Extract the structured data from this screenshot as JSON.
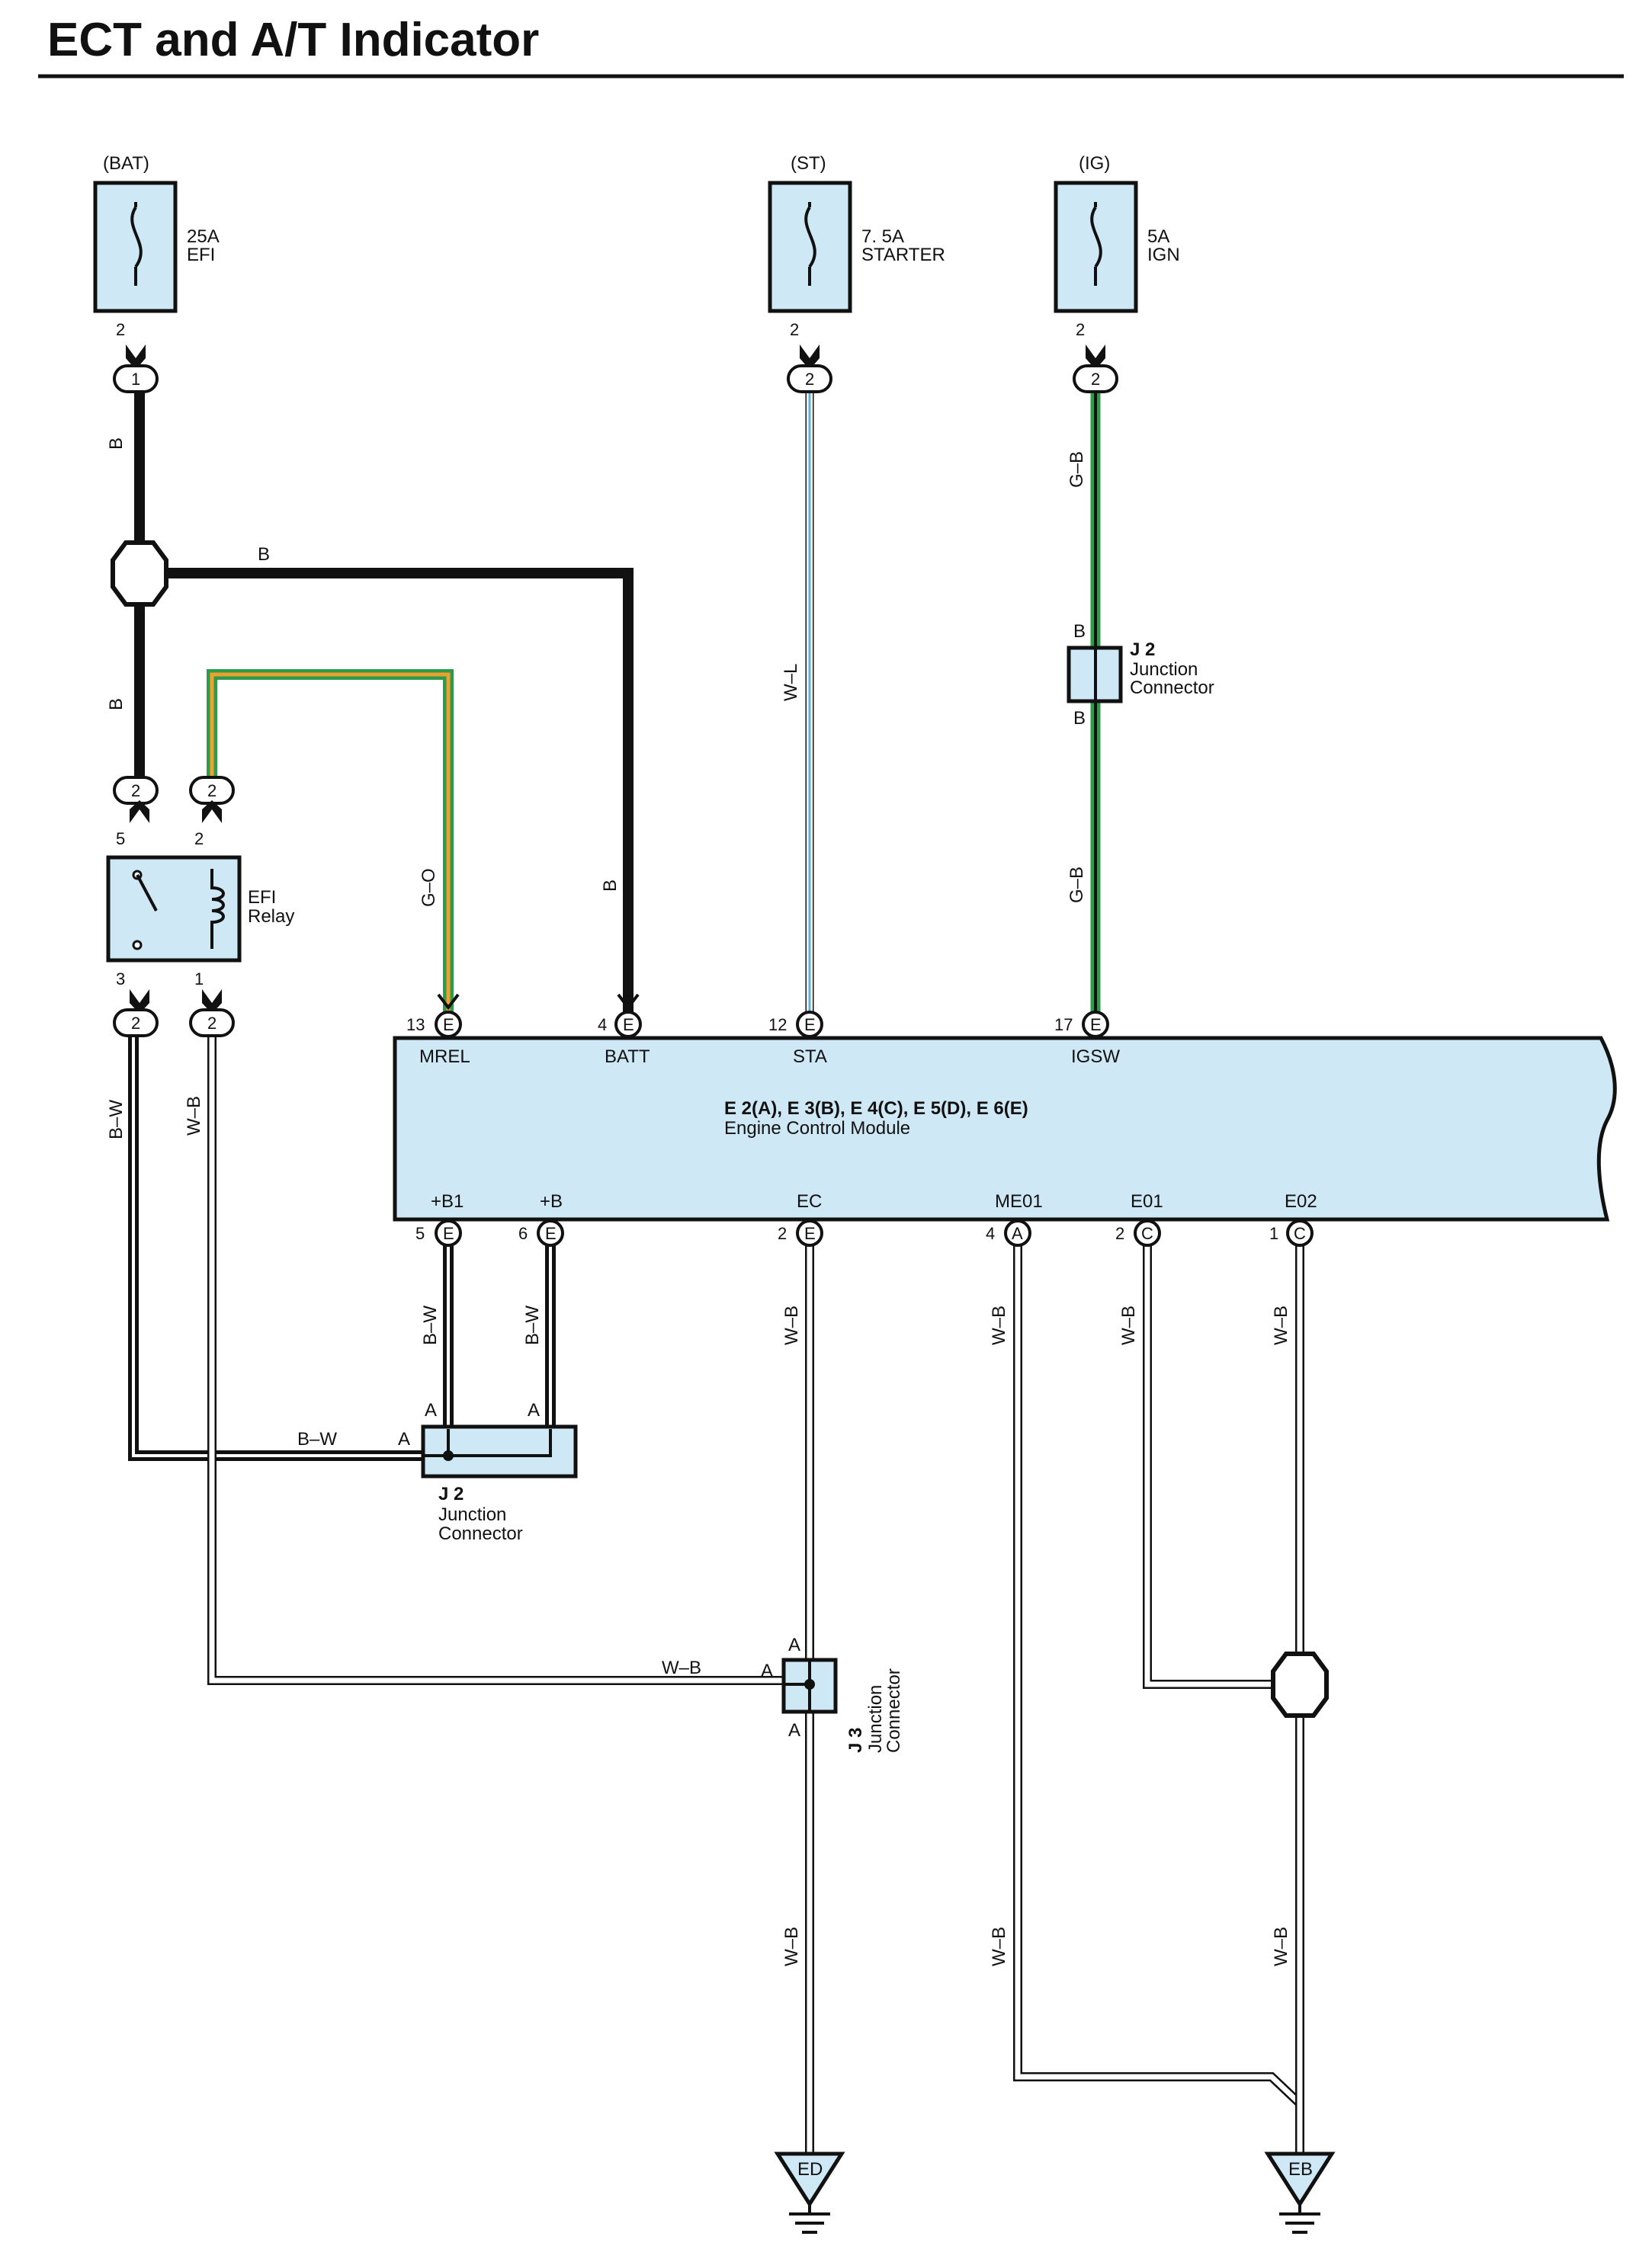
{
  "title": "ECT and A/T Indicator",
  "fuses": [
    {
      "source": "(BAT)",
      "rating": "25A",
      "name": "EFI",
      "pin": "2",
      "conn": "1"
    },
    {
      "source": "(ST)",
      "rating": "7. 5A",
      "name": "STARTER",
      "pin": "2",
      "conn": "2"
    },
    {
      "source": "(IG)",
      "rating": "5A",
      "name": "IGN",
      "pin": "2",
      "conn": "2"
    }
  ],
  "relay": {
    "name1": "EFI",
    "name2": "Relay",
    "pin_top_left": "5",
    "pin_top_right": "2",
    "pin_bottom_left": "3",
    "pin_bottom_right": "1",
    "conn_top_left": "2",
    "conn_top_right": "2",
    "conn_bottom_left": "2",
    "conn_bottom_right": "2"
  },
  "ecm": {
    "title": "E 2(A), E 3(B), E 4(C), E 5(D), E 6(E)",
    "subtitle": "Engine Control Module",
    "top_terminals": [
      {
        "num": "13",
        "conn": "E",
        "label": "MREL"
      },
      {
        "num": "4",
        "conn": "E",
        "label": "BATT"
      },
      {
        "num": "12",
        "conn": "E",
        "label": "STA"
      },
      {
        "num": "17",
        "conn": "E",
        "label": "IGSW"
      }
    ],
    "bottom_terminals": [
      {
        "num": "5",
        "conn": "E",
        "label": "+B1"
      },
      {
        "num": "6",
        "conn": "E",
        "label": "+B"
      },
      {
        "num": "2",
        "conn": "E",
        "label": "EC"
      },
      {
        "num": "4",
        "conn": "A",
        "label": "ME01"
      },
      {
        "num": "2",
        "conn": "C",
        "label": "E01"
      },
      {
        "num": "1",
        "conn": "C",
        "label": "E02"
      }
    ]
  },
  "wire_labels": {
    "bat_top": "B",
    "bat_branch": "B",
    "bat_mid": "B",
    "batt": "B",
    "mrel": "G–O",
    "sta": "W–L",
    "igsw_top": "G–B",
    "igsw_bottom": "G–B",
    "j2_top_b": "B",
    "j2_bottom_b": "B",
    "relay_out": "B–W",
    "relay_coil": "W–B",
    "b1": "B–W",
    "b": "B–W",
    "j2_bw": "B–W",
    "ec": "W–B",
    "me01": "W–B",
    "e01": "W–B",
    "e02": "W–B",
    "j3_wb": "W–B",
    "ec_low": "W–B",
    "me01_low": "W–B",
    "e02_low": "W–B"
  },
  "junctions": {
    "j2_top": {
      "name": "J 2",
      "line1": "Junction",
      "line2": "Connector"
    },
    "j2_bottom": {
      "name": "J 2",
      "line1": "Junction",
      "line2": "Connector",
      "pin_a1": "A",
      "pin_a2": "A",
      "pin_a3": "A"
    },
    "j3": {
      "name": "J 3",
      "line1": "Junction",
      "line2": "Connector",
      "pin_top": "A",
      "pin_left": "A",
      "pin_bottom": "A"
    }
  },
  "grounds": [
    {
      "label": "ED"
    },
    {
      "label": "EB"
    }
  ],
  "colors": {
    "box_fill": "#cfe8f5",
    "black_wire": "#111111",
    "green": "#2e9b4a",
    "orange": "#f0a030",
    "blue": "#5ab0e0",
    "outline": "#111111"
  }
}
